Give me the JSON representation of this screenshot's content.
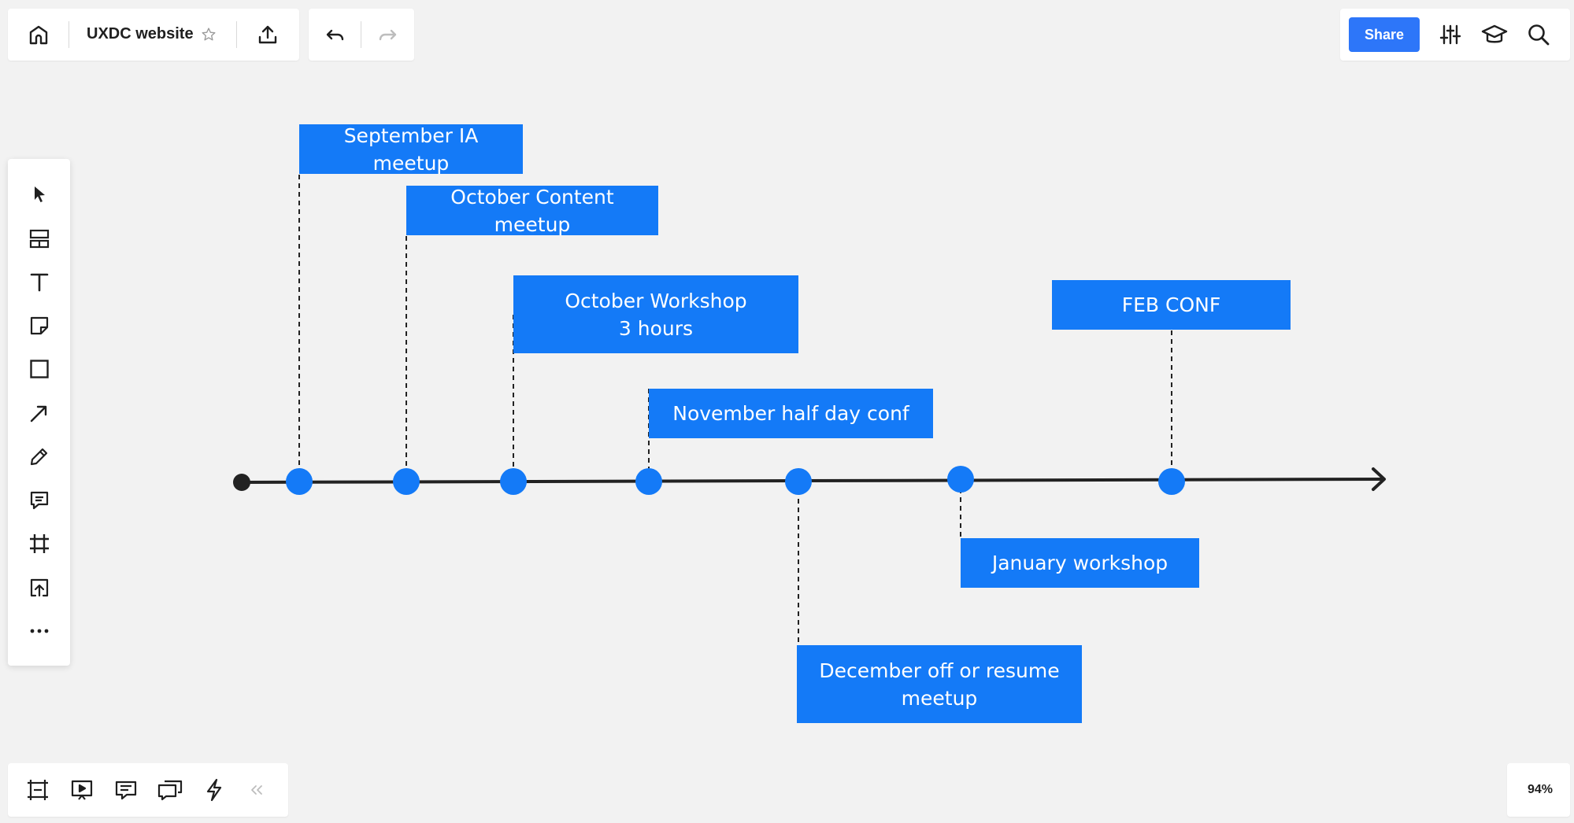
{
  "topbar": {
    "board_title": "UXDC website",
    "share_label": "Share"
  },
  "left_toolbar": {
    "tools": [
      "select-tool",
      "templates-tool",
      "text-tool",
      "sticky-note-tool",
      "shape-tool",
      "arrow-tool",
      "pen-tool",
      "comment-tool",
      "frame-tool",
      "upload-tool",
      "more-tools"
    ]
  },
  "bottom_toolbar": {
    "tools": [
      "frames-panel",
      "presentation-mode",
      "notes-panel",
      "chat-panel",
      "activity-panel",
      "collapse-toolbar"
    ]
  },
  "zoom": {
    "level": "94%"
  },
  "timeline": {
    "line_color": "#222222",
    "node_color": "#147af7",
    "card_color": "#147af7",
    "events": [
      {
        "label": "September IA meetup",
        "position": "above"
      },
      {
        "label": "October Content meetup",
        "position": "above"
      },
      {
        "label": "October Workshop\n3 hours",
        "position": "above"
      },
      {
        "label": "November half day conf",
        "position": "above"
      },
      {
        "label": "December off or resume\nmeetup",
        "position": "below"
      },
      {
        "label": "January workshop",
        "position": "below"
      },
      {
        "label": "FEB CONF",
        "position": "above"
      }
    ]
  },
  "colors": {
    "accent": "#2d76f9",
    "canvas_bg": "#f2f2f2",
    "panel_bg": "#ffffff"
  }
}
